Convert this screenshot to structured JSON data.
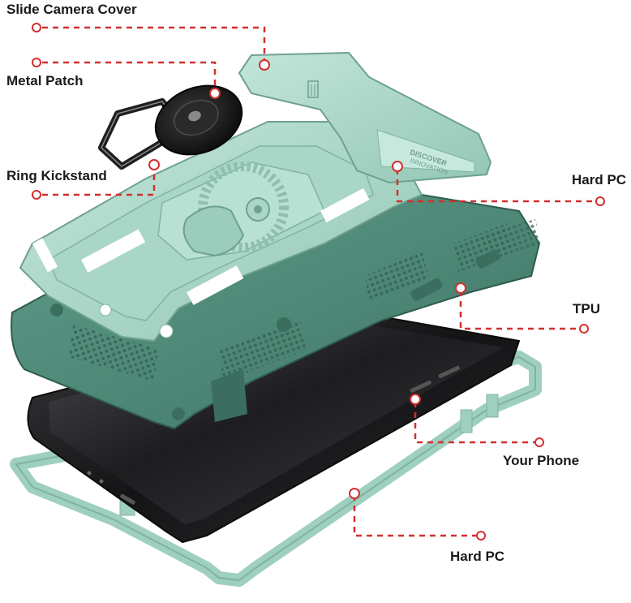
{
  "callouts": {
    "slide_camera_cover": "Slide Camera Cover",
    "metal_patch": "Metal Patch",
    "ring_kickstand": "Ring Kickstand",
    "hard_pc_top": "Hard PC",
    "tpu": "TPU",
    "your_phone": "Your Phone",
    "hard_pc_bottom": "Hard PC"
  },
  "engraving": {
    "line1": "DISCOVER",
    "line2": "INNOVATION"
  },
  "colors": {
    "leader_line": "#d32f2f",
    "mint_frame": "#a8d5c6",
    "mint_shadow": "#7fb3a3",
    "tpu_green": "#4f8a78",
    "tpu_dark": "#3b6e5f",
    "phone_black": "#1c1c1e",
    "phone_screen": "#2a2a2c",
    "ring_black": "#1e1e1e",
    "label_text": "#1a1a1a"
  }
}
